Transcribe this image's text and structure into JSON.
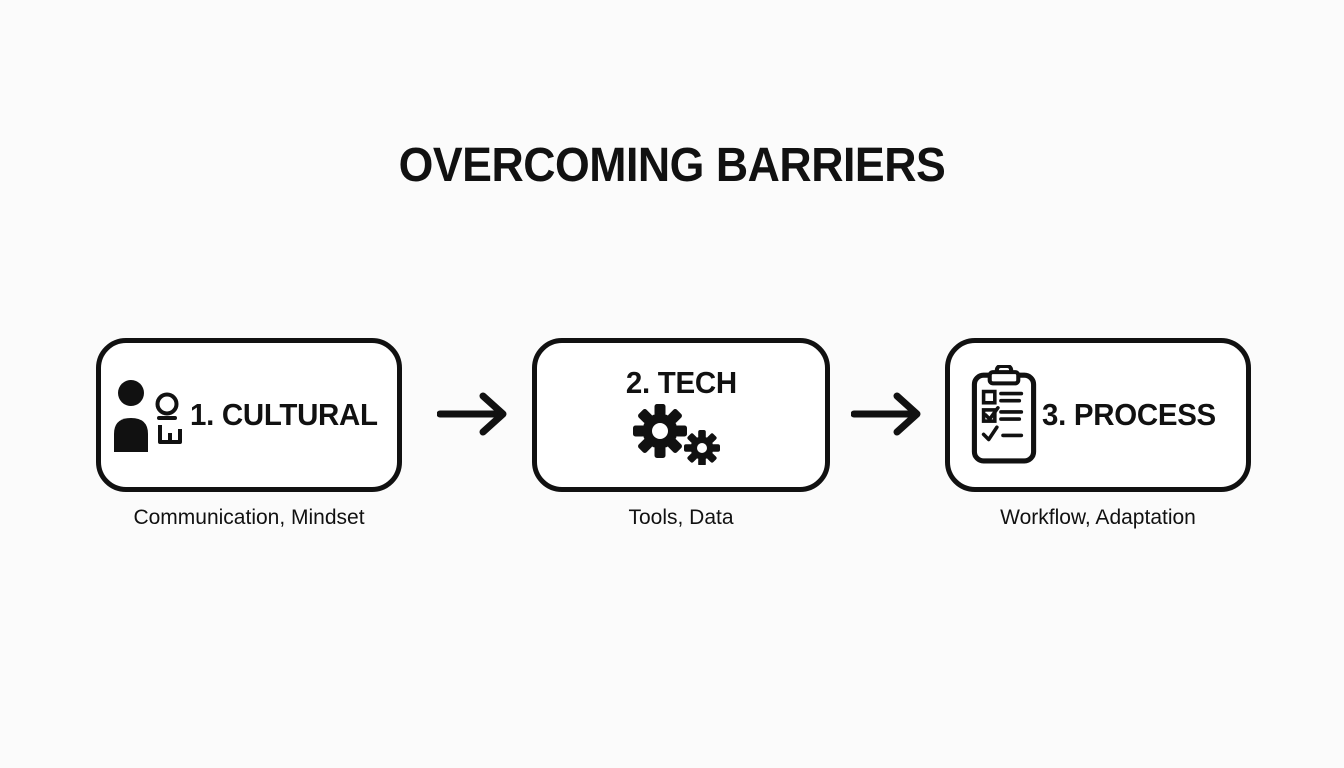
{
  "title": "OVERCOMING BARRIERS",
  "flow": {
    "steps": [
      {
        "label": "1. CULTURAL",
        "caption": "Communication, Mindset",
        "icon": "people-group-icon"
      },
      {
        "label": "2. TECH",
        "caption": "Tools, Data",
        "icon": "gears-icon"
      },
      {
        "label": "3. PROCESS",
        "caption": "Workflow, Adaptation",
        "icon": "checklist-clipboard-icon"
      }
    ],
    "connector_icon": "arrow-right-icon"
  },
  "colors": {
    "ink": "#111111",
    "background": "#fbfbfb",
    "box_fill": "#ffffff"
  }
}
